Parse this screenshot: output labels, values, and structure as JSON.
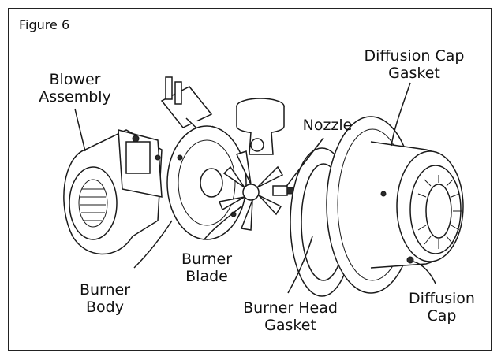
{
  "figure": {
    "title": "Figure 6"
  },
  "labels": {
    "blower_assembly_line1": "Blower",
    "blower_assembly_line2": "Assembly",
    "nozzle": "Nozzle",
    "diffusion_cap_gasket_line1": "Diffusion Cap",
    "diffusion_cap_gasket_line2": "Gasket",
    "burner_body_line1": "Burner",
    "burner_body_line2": "Body",
    "burner_blade_line1": "Burner",
    "burner_blade_line2": "Blade",
    "burner_head_gasket_line1": "Burner Head",
    "burner_head_gasket_line2": "Gasket",
    "diffusion_cap_line1": "Diffusion",
    "diffusion_cap_line2": "Cap"
  }
}
